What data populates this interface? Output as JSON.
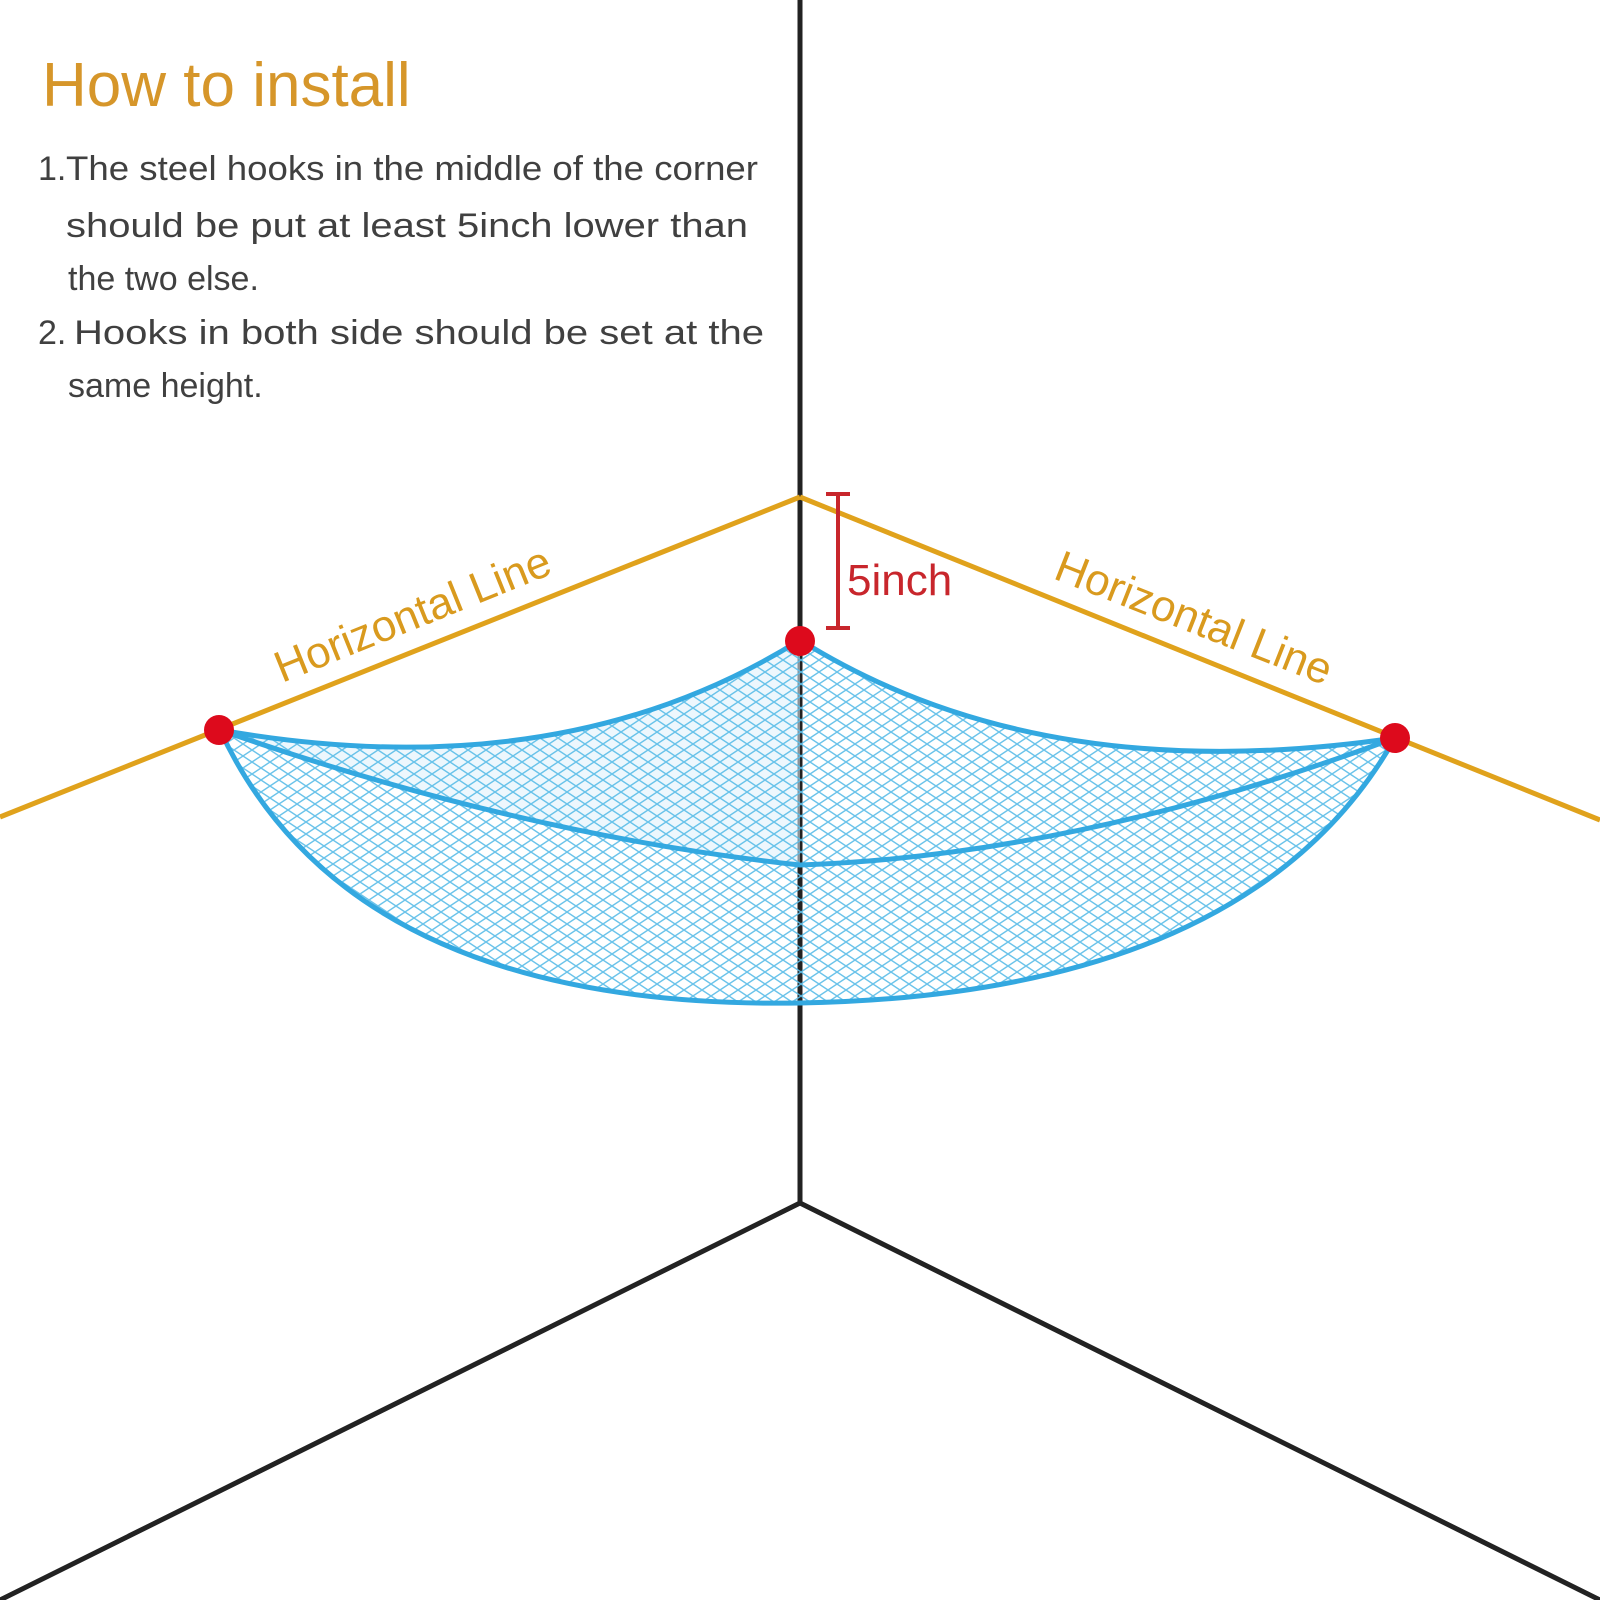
{
  "heading": "How to install",
  "steps": {
    "step1": {
      "number": "1.",
      "line1": "The steel hooks in the middle of the corner",
      "line2": "should be put at least 5inch lower than",
      "line3": "the two else."
    },
    "step2": {
      "number": "2.",
      "line1": "Hooks in both side should be set at the",
      "line2": "same height."
    }
  },
  "labels": {
    "left_line": "Horizontal Line",
    "right_line": "Horizontal Line",
    "drop": "5inch"
  },
  "colors": {
    "title": "#d6962a",
    "horizontal_line": "#e0a21c",
    "wall_edge": "#222222",
    "hook": "#dd0a1c",
    "measure": "#c8262c",
    "net": "#33a8e0"
  }
}
